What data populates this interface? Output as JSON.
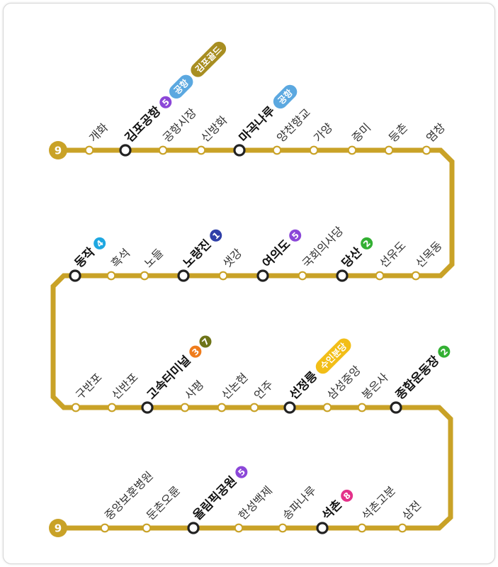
{
  "line": {
    "number": "9",
    "color": "#C9A227"
  },
  "colors": {
    "line2": "#33B033",
    "line4": "#1EA7E1",
    "line5": "#8B47D8",
    "line1": "#2F3FA8",
    "line3": "#EF7C1C",
    "line7": "#6E7418",
    "line8": "#E4318A",
    "airport": "#5BA8E0",
    "gimpo_gold": "#A88E21",
    "suin_bundang": "#F2BE17"
  },
  "stations": {
    "row1": [
      {
        "name": "개화",
        "transfer": false
      },
      {
        "name": "김포공항",
        "transfer": true,
        "badges": [
          {
            "text": "5",
            "color": "line5",
            "shape": "circle"
          },
          {
            "text": "공항",
            "color": "airport",
            "shape": "pill"
          },
          {
            "text": "김포골드",
            "color": "gimpo_gold",
            "shape": "pill"
          }
        ]
      },
      {
        "name": "공항시장",
        "transfer": false
      },
      {
        "name": "신방화",
        "transfer": false
      },
      {
        "name": "마곡나루",
        "transfer": true,
        "badges": [
          {
            "text": "공항",
            "color": "airport",
            "shape": "pill"
          }
        ]
      },
      {
        "name": "양천향교",
        "transfer": false
      },
      {
        "name": "가양",
        "transfer": false
      },
      {
        "name": "증미",
        "transfer": false
      },
      {
        "name": "등촌",
        "transfer": false
      },
      {
        "name": "염창",
        "transfer": false
      }
    ],
    "row2": [
      {
        "name": "동작",
        "transfer": true,
        "badges": [
          {
            "text": "4",
            "color": "line4",
            "shape": "circle"
          }
        ]
      },
      {
        "name": "흑석",
        "transfer": false
      },
      {
        "name": "노들",
        "transfer": false
      },
      {
        "name": "노량진",
        "transfer": true,
        "badges": [
          {
            "text": "1",
            "color": "line1",
            "shape": "circle"
          }
        ]
      },
      {
        "name": "샛강",
        "transfer": false
      },
      {
        "name": "여의도",
        "transfer": true,
        "badges": [
          {
            "text": "5",
            "color": "line5",
            "shape": "circle"
          }
        ]
      },
      {
        "name": "국회의사당",
        "transfer": false
      },
      {
        "name": "당산",
        "transfer": true,
        "badges": [
          {
            "text": "2",
            "color": "line2",
            "shape": "circle"
          }
        ]
      },
      {
        "name": "선유도",
        "transfer": false
      },
      {
        "name": "신목동",
        "transfer": false
      }
    ],
    "row3": [
      {
        "name": "구반포",
        "transfer": false
      },
      {
        "name": "신반포",
        "transfer": false
      },
      {
        "name": "고속터미널",
        "transfer": true,
        "badges": [
          {
            "text": "3",
            "color": "line3",
            "shape": "circle"
          },
          {
            "text": "7",
            "color": "line7",
            "shape": "circle"
          }
        ]
      },
      {
        "name": "사평",
        "transfer": false
      },
      {
        "name": "신논현",
        "transfer": false
      },
      {
        "name": "언주",
        "transfer": false
      },
      {
        "name": "선정릉",
        "transfer": true,
        "badges": [
          {
            "text": "수인분당",
            "color": "suin_bundang",
            "shape": "pill"
          }
        ]
      },
      {
        "name": "삼성중앙",
        "transfer": false
      },
      {
        "name": "봉은사",
        "transfer": false
      },
      {
        "name": "종합운동장",
        "transfer": true,
        "badges": [
          {
            "text": "2",
            "color": "line2",
            "shape": "circle"
          }
        ]
      }
    ],
    "row4": [
      {
        "name": "중앙보훈병원",
        "transfer": false
      },
      {
        "name": "둔촌오륜",
        "transfer": false
      },
      {
        "name": "올림픽공원",
        "transfer": true,
        "badges": [
          {
            "text": "5",
            "color": "line5",
            "shape": "circle"
          }
        ]
      },
      {
        "name": "한성백제",
        "transfer": false
      },
      {
        "name": "송파나루",
        "transfer": false
      },
      {
        "name": "석촌",
        "transfer": true,
        "badges": [
          {
            "text": "8",
            "color": "line8",
            "shape": "circle"
          }
        ]
      },
      {
        "name": "석촌고분",
        "transfer": false
      },
      {
        "name": "삼전",
        "transfer": false
      }
    ]
  }
}
